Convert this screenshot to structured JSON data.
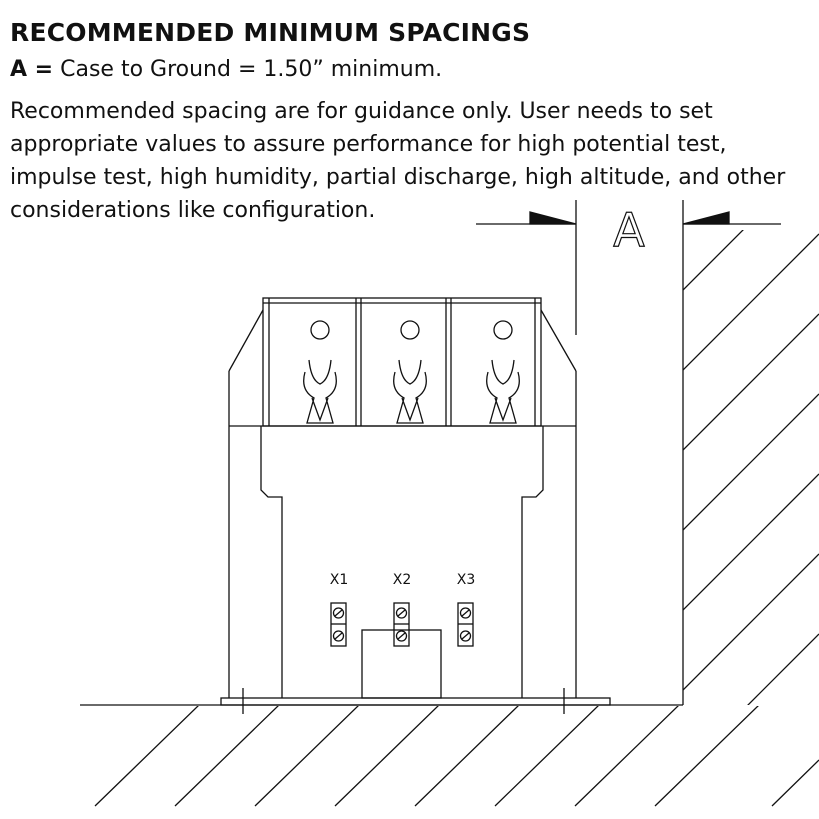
{
  "title": "RECOMMENDED MINIMUM SPACINGS",
  "spec": {
    "key": "A =",
    "text": "Case to Ground  = 1.50” minimum."
  },
  "note": {
    "lines": [
      "Recommended spacing are for guidance only. User needs to set",
      "appropriate values to assure performance for high potential test,",
      "impulse test, high humidity, partial discharge, high altitude, and other",
      "considerations like configuration."
    ]
  },
  "diagram": {
    "dimension_label": "A",
    "terminals": [
      "X1",
      "X2",
      "X3"
    ],
    "colors": {
      "line": "#111111",
      "background": "#ffffff"
    }
  }
}
